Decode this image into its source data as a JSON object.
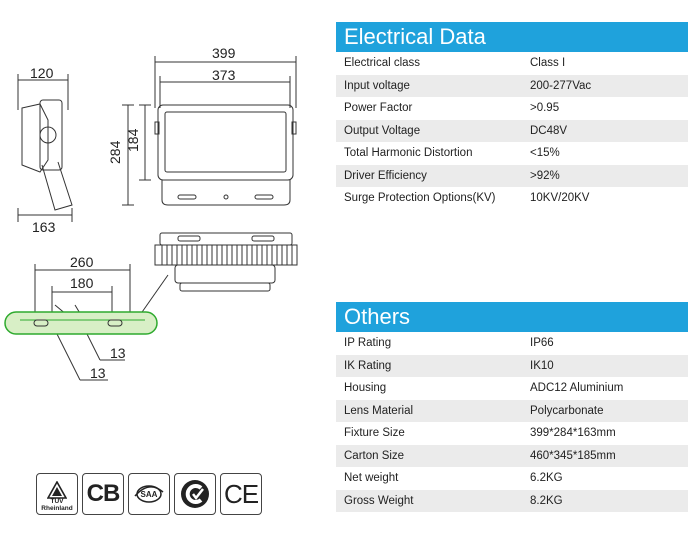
{
  "dimensions": {
    "width_399": "399",
    "width_373": "373",
    "height_284": "284",
    "height_184": "184",
    "side_120": "120",
    "side_163": "163",
    "mount_260": "260",
    "mount_180": "180",
    "hole_13_a": "13",
    "hole_13_b": "13"
  },
  "electrical": {
    "title": "Electrical Data",
    "rows": [
      {
        "label": "Electrical class",
        "value": "Class I"
      },
      {
        "label": "Input voltage",
        "value": "200-277Vac"
      },
      {
        "label": "Power Factor",
        "value": ">0.95"
      },
      {
        "label": "Output Voltage",
        "value": "DC48V"
      },
      {
        "label": "Total Harmonic Distortion",
        "value": "<15%"
      },
      {
        "label": "Driver Efficiency",
        "value": ">92%"
      },
      {
        "label": "Surge Protection Options(KV)",
        "value": "10KV/20KV"
      }
    ]
  },
  "others": {
    "title": "Others",
    "rows": [
      {
        "label": "IP Rating",
        "value": "IP66"
      },
      {
        "label": "IK Rating",
        "value": "IK10"
      },
      {
        "label": "Housing",
        "value": "ADC12 Aluminium"
      },
      {
        "label": "Lens Material",
        "value": "Polycarbonate"
      },
      {
        "label": "Fixture Size",
        "value": "399*284*163mm"
      },
      {
        "label": "Carton Size",
        "value": "460*345*185mm"
      },
      {
        "label": "Net weight",
        "value": "6.2KG"
      },
      {
        "label": "Gross Weight",
        "value": "8.2KG"
      }
    ]
  },
  "certifications": {
    "tuv": "TÜV Rheinland",
    "cb": "CB",
    "saa": "SAA",
    "c_tick": "C-Tick",
    "ce": "CE"
  },
  "colors": {
    "header_bg": "#1fa2dc",
    "row_alt": "#ebebeb",
    "bracket_highlight": "#2eaa2e"
  }
}
